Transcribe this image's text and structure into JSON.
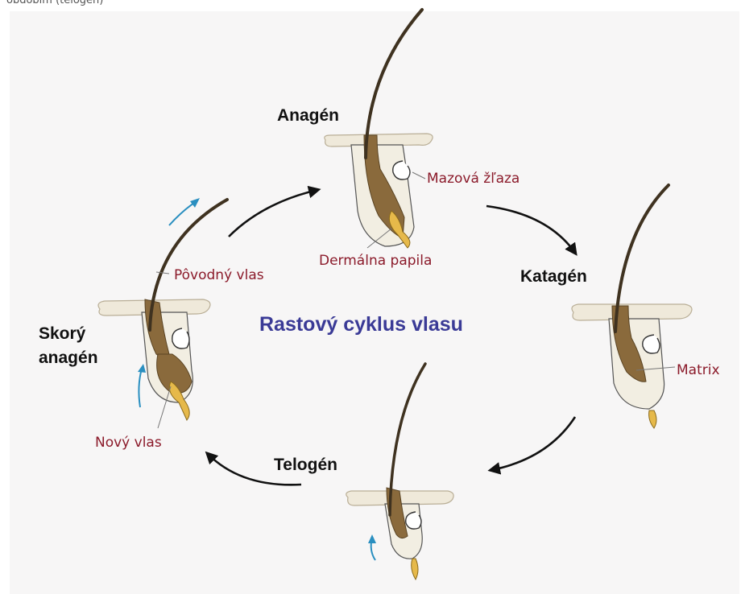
{
  "caption": "obdobím (telogén)",
  "title": "Rastový cyklus vlasu",
  "phases": {
    "anagen": "Anagén",
    "katagen": "Katagén",
    "telogen": "Telogén",
    "early_anagen_line1": "Skorý",
    "early_anagen_line2": "anagén"
  },
  "parts": {
    "sebaceous_gland": "Mazová žľaza",
    "dermal_papilla": "Dermálna papila",
    "matrix": "Matrix",
    "original_hair": "Pôvodný vlas",
    "new_hair": "Nový vlas"
  },
  "colors": {
    "title": "#3a3a96",
    "label": "#8b1a2a",
    "hair_shaft": "#3f3220",
    "bulb": "#8a6a3c",
    "papilla": "#e6b94a",
    "skin": "#efe9da",
    "growth_arrow": "#2a8fc0",
    "cycle_arrow": "#111111"
  }
}
